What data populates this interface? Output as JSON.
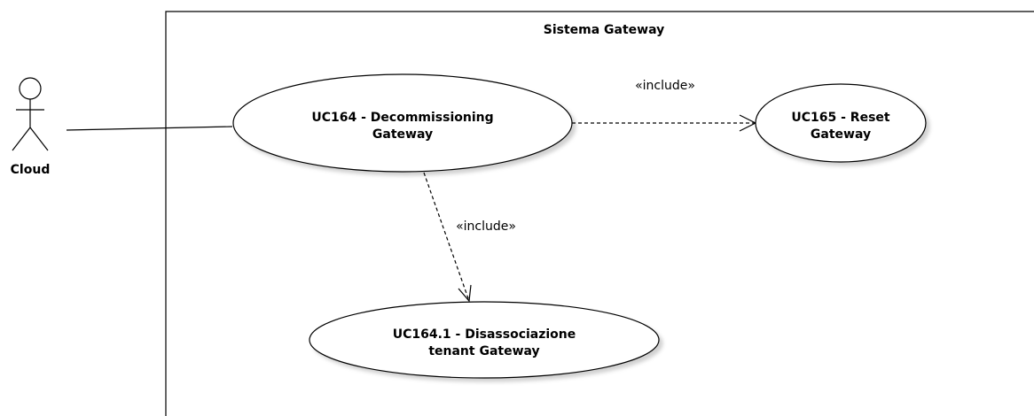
{
  "system": {
    "title": "Sistema Gateway"
  },
  "actor": {
    "name": "Cloud"
  },
  "use_cases": {
    "uc164": {
      "line1": "UC164 - Decommissioning",
      "line2": "Gateway"
    },
    "uc165": {
      "line1": "UC165 - Reset",
      "line2": "Gateway"
    },
    "uc164_1": {
      "line1": "UC164.1 - Disassociazione",
      "line2": "tenant Gateway"
    }
  },
  "relations": {
    "include_to_uc165": "«include»",
    "include_to_uc164_1": "«include»"
  }
}
